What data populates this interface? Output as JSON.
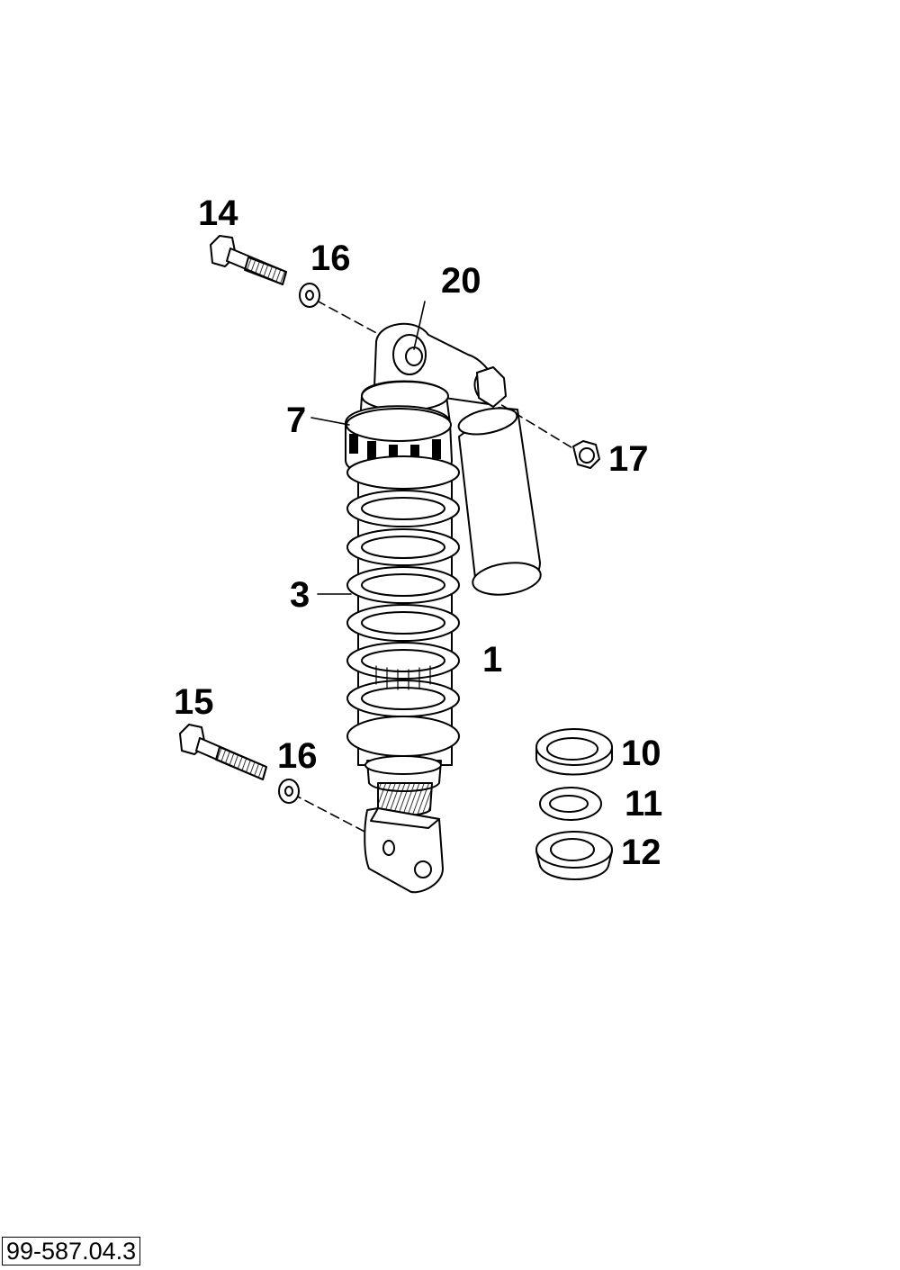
{
  "callouts": {
    "bolt_top": "14",
    "washer_top": "16",
    "bushing_top": "20",
    "adjuster_ring": "7",
    "nut": "17",
    "spring": "3",
    "shock_absorber": "1",
    "bolt_bottom": "15",
    "washer_bottom": "16",
    "spring_seat": "10",
    "spring_washer": "11",
    "spring_retainer": "12"
  },
  "reference_code": "99-587.04.3"
}
